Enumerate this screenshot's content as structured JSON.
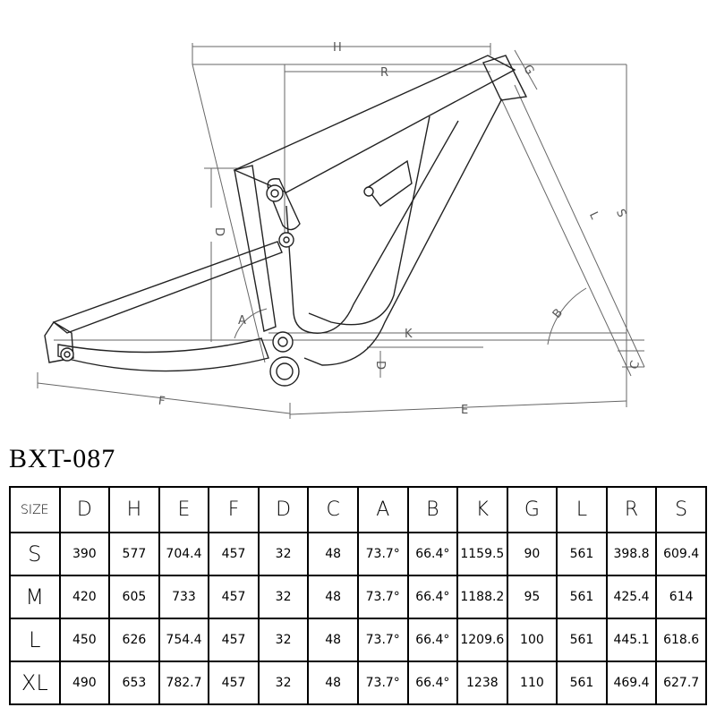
{
  "diagram": {
    "dimension_labels": {
      "H": "H",
      "R": "R",
      "G": "G",
      "S": "S",
      "L": "L",
      "D": "D",
      "A": "A",
      "K": "K",
      "B": "B",
      "C": "C",
      "F": "F",
      "E": "E"
    },
    "line_color": "#555555",
    "frame_color": "#222222"
  },
  "model": "BXT-087",
  "table": {
    "headers": [
      "SIZE",
      "D",
      "H",
      "E",
      "F",
      "D",
      "C",
      "A",
      "B",
      "K",
      "G",
      "L",
      "R",
      "S"
    ],
    "rows": [
      [
        "S",
        "390",
        "577",
        "704.4",
        "457",
        "32",
        "48",
        "73.7°",
        "66.4°",
        "1159.5",
        "90",
        "561",
        "398.8",
        "609.4"
      ],
      [
        "M",
        "420",
        "605",
        "733",
        "457",
        "32",
        "48",
        "73.7°",
        "66.4°",
        "1188.2",
        "95",
        "561",
        "425.4",
        "614"
      ],
      [
        "L",
        "450",
        "626",
        "754.4",
        "457",
        "32",
        "48",
        "73.7°",
        "66.4°",
        "1209.6",
        "100",
        "561",
        "445.1",
        "618.6"
      ],
      [
        "XL",
        "490",
        "653",
        "782.7",
        "457",
        "32",
        "48",
        "73.7°",
        "66.4°",
        "1238",
        "110",
        "561",
        "469.4",
        "627.7"
      ]
    ]
  }
}
